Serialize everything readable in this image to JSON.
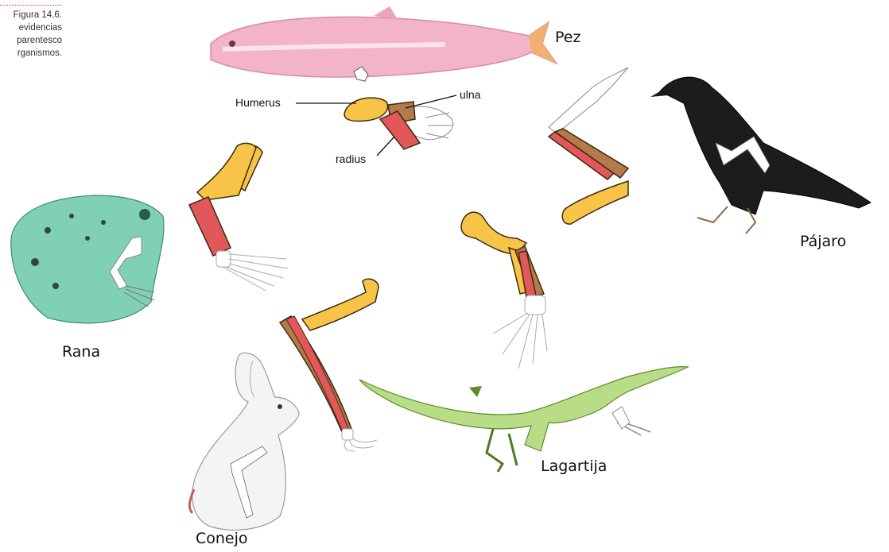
{
  "caption": {
    "lines": [
      "Figura 14.6.",
      "evidencias",
      "parentesco",
      "rganismos."
    ]
  },
  "bone_labels": {
    "humerus": "Humerus",
    "ulna": "ulna",
    "radius": "radius"
  },
  "animals": {
    "fish": "Pez",
    "bird": "Pájaro",
    "frog": "Rana",
    "lizard": "Lagartija",
    "rabbit": "Conejo"
  },
  "colors": {
    "humerus": "#f7c448",
    "ulna": "#b47a4a",
    "radius": "#e2575a",
    "outline": "#3a2a12"
  }
}
